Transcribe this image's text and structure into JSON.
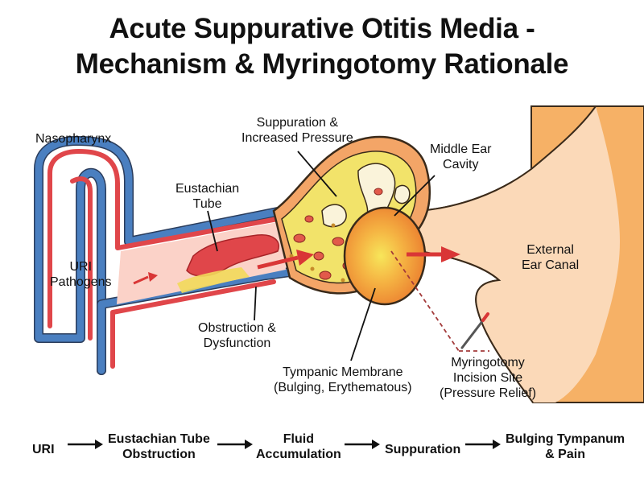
{
  "title": {
    "line1": "Acute Suppurative Otitis Media -",
    "line2": "Mechanism & Myringotomy Rationale"
  },
  "labels": {
    "nasopharynx": "Nasopharynx",
    "uri_pathogens": [
      "URI",
      "Pathogens"
    ],
    "eustachian_tube": [
      "Eustachian",
      "Tube"
    ],
    "suppuration": [
      "Suppuration &",
      "Increased Pressure"
    ],
    "middle_ear": [
      "Middle Ear",
      "Cavity"
    ],
    "external_canal": [
      "External",
      "Ear Canal"
    ],
    "obstruction": [
      "Obstruction &",
      "Dysfunction"
    ],
    "tympanic": [
      "Tympanic Membrane",
      "(Bulging, Erythematous)"
    ],
    "myringotomy": [
      "Myringotomy",
      "Incision Site",
      "(Pressure Relief)"
    ]
  },
  "flow": [
    [
      "URI"
    ],
    [
      "Eustachian Tube",
      "Obstruction"
    ],
    [
      "Fluid",
      "Accumulation"
    ],
    [
      "Suppuration"
    ],
    [
      "Bulging Tympanum",
      "& Pain"
    ]
  ],
  "colors": {
    "tube_blue": "#4a7fc0",
    "tube_red": "#e0464a",
    "middle_ear_shell": "#f3a567",
    "suppuration_yellow": "#f2e36a",
    "membrane_orange": "#f29b3b",
    "canal_peach": "#fbd9b8",
    "arrow_red": "#d93636"
  }
}
